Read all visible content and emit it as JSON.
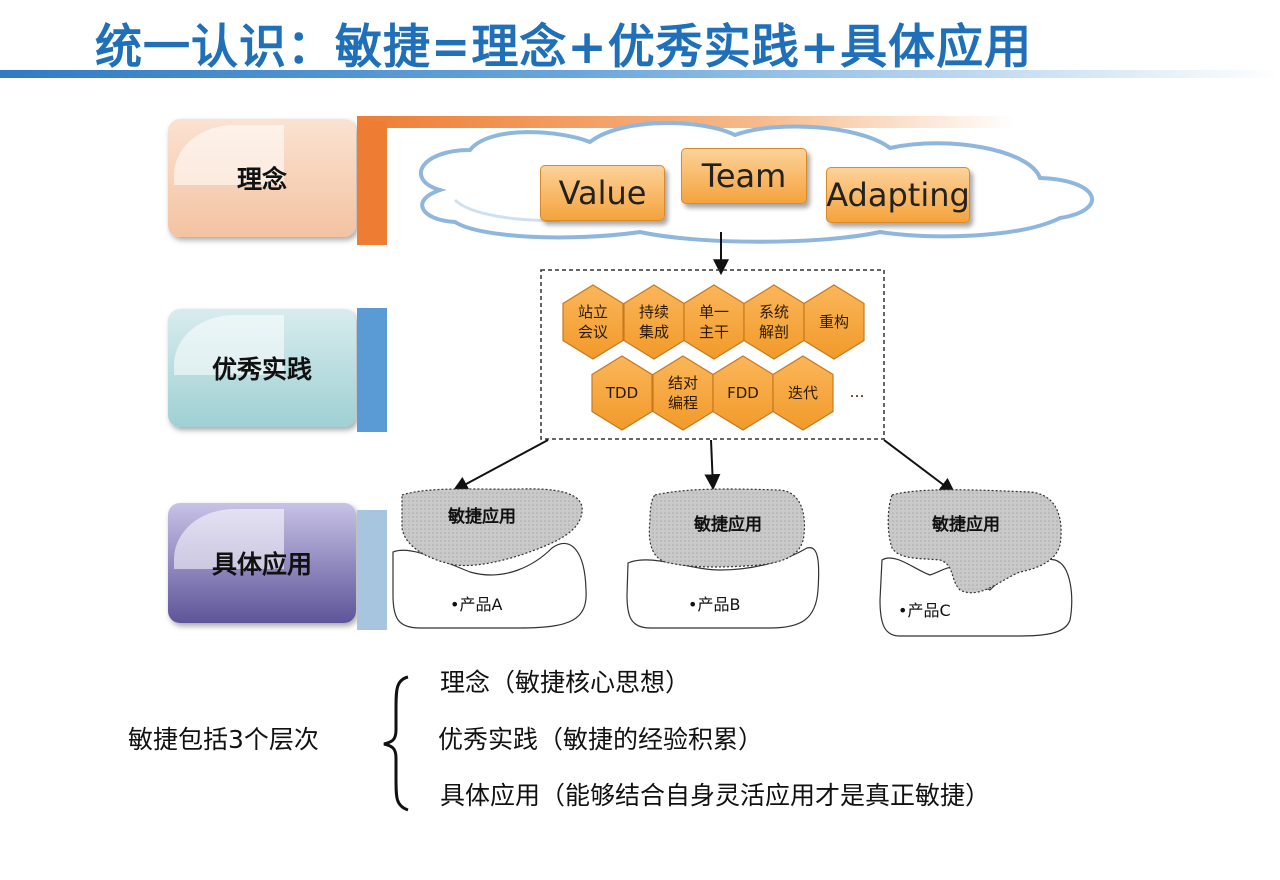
{
  "title": "统一认识：敏捷=理念+优秀实践+具体应用",
  "layers": {
    "idea": "理念",
    "practice": "优秀实践",
    "application": "具体应用"
  },
  "values": [
    "Value",
    "Team",
    "Adapting"
  ],
  "practices": {
    "top": [
      "站立会议",
      "持续集成",
      "单一主干",
      "系统解剖",
      "重构"
    ],
    "top_lines": [
      [
        "站立",
        "会议"
      ],
      [
        "持续",
        "集成"
      ],
      [
        "单一",
        "主干"
      ],
      [
        "系统",
        "解剖"
      ],
      [
        "重构"
      ]
    ],
    "bottom_lines": [
      [
        "TDD"
      ],
      [
        "结对",
        "编程"
      ],
      [
        "FDD"
      ],
      [
        "迭代"
      ]
    ],
    "ellipsis": "…"
  },
  "applications": [
    {
      "label": "敏捷应用",
      "product": "•产品A"
    },
    {
      "label": "敏捷应用",
      "product": "•产品B"
    },
    {
      "label": "敏捷应用",
      "product": "•产品C"
    }
  ],
  "summary": {
    "lead": "敏捷包括3个层次",
    "items": [
      "理念（敏捷核心思想）",
      "优秀实践（敏捷的经验积累）",
      "具体应用（能够结合自身灵活应用才是真正敏捷）"
    ]
  },
  "colors": {
    "title": "#1f6fb9",
    "orange": "#ee7d33",
    "blue": "#5b9bd5",
    "hex_fill": "#f5a33c"
  }
}
